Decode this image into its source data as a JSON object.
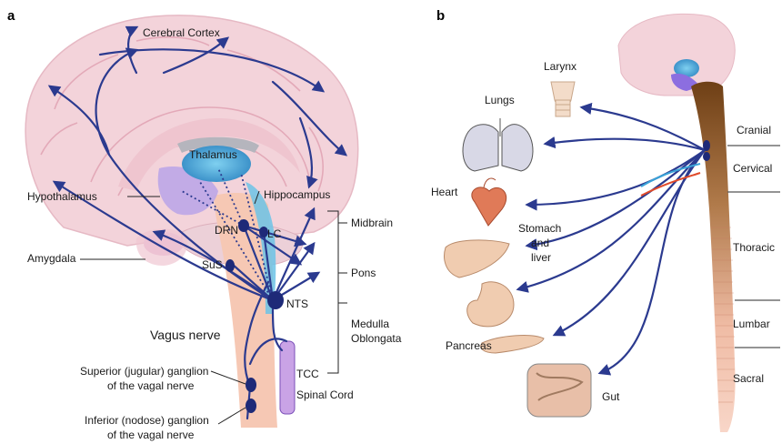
{
  "panels": {
    "a": "a",
    "b": "b"
  },
  "panel_a": {
    "cerebral_cortex": "Cerebral Cortex",
    "thalamus": "Thalamus",
    "hypothalamus": "Hypothalamus",
    "hippocampus": "Hippocampus",
    "drn": "DRN",
    "lc": "LC",
    "amygdala": "Amygdala",
    "sus": "SuS",
    "nts": "NTS",
    "midbrain": "Midbrain",
    "pons": "Pons",
    "medulla_1": "Medulla",
    "medulla_2": "Oblongata",
    "vagus_nerve": "Vagus nerve",
    "tcc": "TCC",
    "spinal_cord": "Spinal Cord",
    "superior_ganglion_1": "Superior (jugular) ganglion",
    "superior_ganglion_2": "of the vagal nerve",
    "inferior_ganglion_1": "Inferior (nodose) ganglion",
    "inferior_ganglion_2": "of the vagal nerve"
  },
  "panel_b": {
    "larynx": "Larynx",
    "lungs": "Lungs",
    "heart": "Heart",
    "stomach_1": "Stomach",
    "stomach_2": "and",
    "stomach_3": "liver",
    "pancreas": "Pancreas",
    "gut": "Gut",
    "cranial": "Cranial",
    "cervical": "Cervical",
    "thoracic": "Thoracic",
    "lumbar": "Lumbar",
    "sacral": "Sacral"
  },
  "colors": {
    "nerve": "#2b3a8f",
    "brain": "#f3d3da",
    "brain_fold": "#e9b8c4",
    "thalamus": "#4aa8d8",
    "brainstem": "#f6c8b4",
    "afferent": "#3aa3d8",
    "efferent": "#e04a2a",
    "spine_top": "#7a4a1c",
    "spine_bottom": "#f5c8b4"
  }
}
